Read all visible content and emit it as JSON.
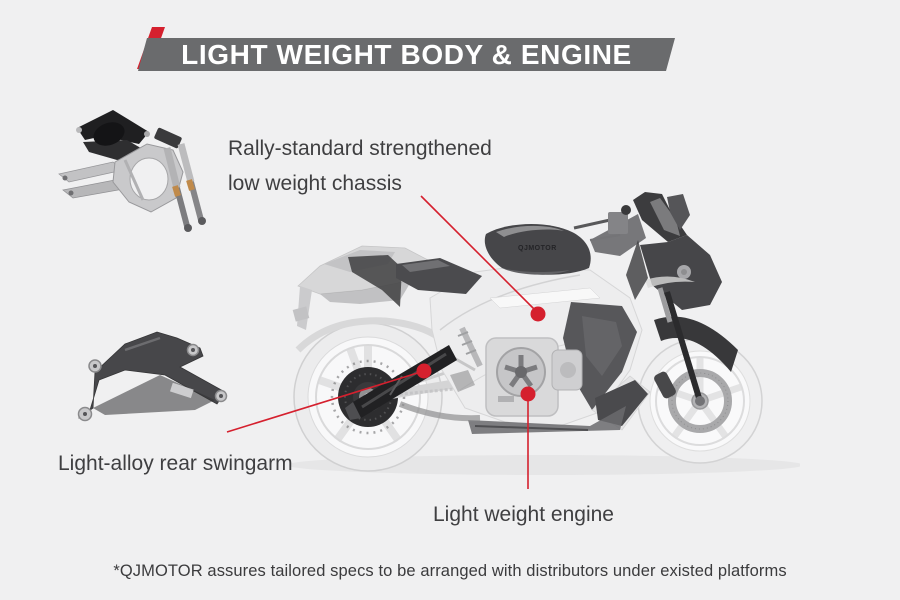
{
  "banner": {
    "title": "LIGHT WEIGHT BODY & ENGINE"
  },
  "callouts": {
    "chassis": {
      "line1": "Rally-standard strengthened",
      "line2": "low weight chassis"
    },
    "swingarm": {
      "label": "Light-alloy rear swingarm"
    },
    "engine": {
      "label": "Light weight engine"
    }
  },
  "bike": {
    "tank_logo": "QJMOTOR"
  },
  "footer": {
    "disclaimer": "*QJMOTOR assures tailored specs to be arranged with distributors under existed platforms"
  },
  "colors": {
    "accent_red": "#d5202e",
    "banner_gray": "#6a6b6d",
    "background": "#f0f0f1",
    "text": "#3f3f41"
  }
}
